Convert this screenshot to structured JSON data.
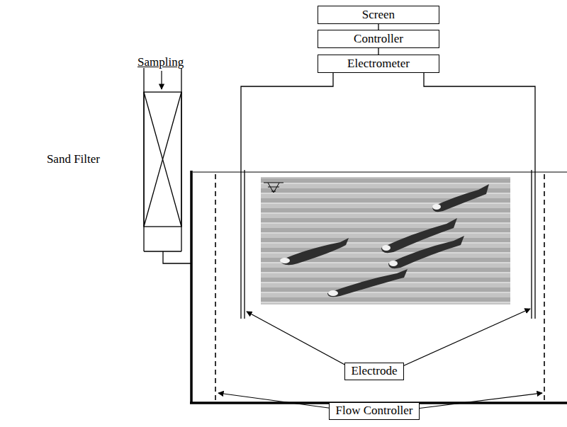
{
  "diagram": {
    "nodes": [
      {
        "text": [
          "Screen"
        ]
      },
      {
        "text": [
          "Controller"
        ]
      },
      {
        "text": [
          "Electrometer"
        ]
      },
      {
        "text": [
          "Sand Filter"
        ]
      },
      {
        "text": [
          "Electrode"
        ]
      },
      {
        "text": [
          "Flow Controller"
        ]
      }
    ],
    "edges": [
      {
        "from": 0,
        "to": 1,
        "arrow": "none"
      },
      {
        "from": 1,
        "to": 2,
        "arrow": "none"
      }
    ],
    "labels": [
      "Sampling"
    ]
  }
}
